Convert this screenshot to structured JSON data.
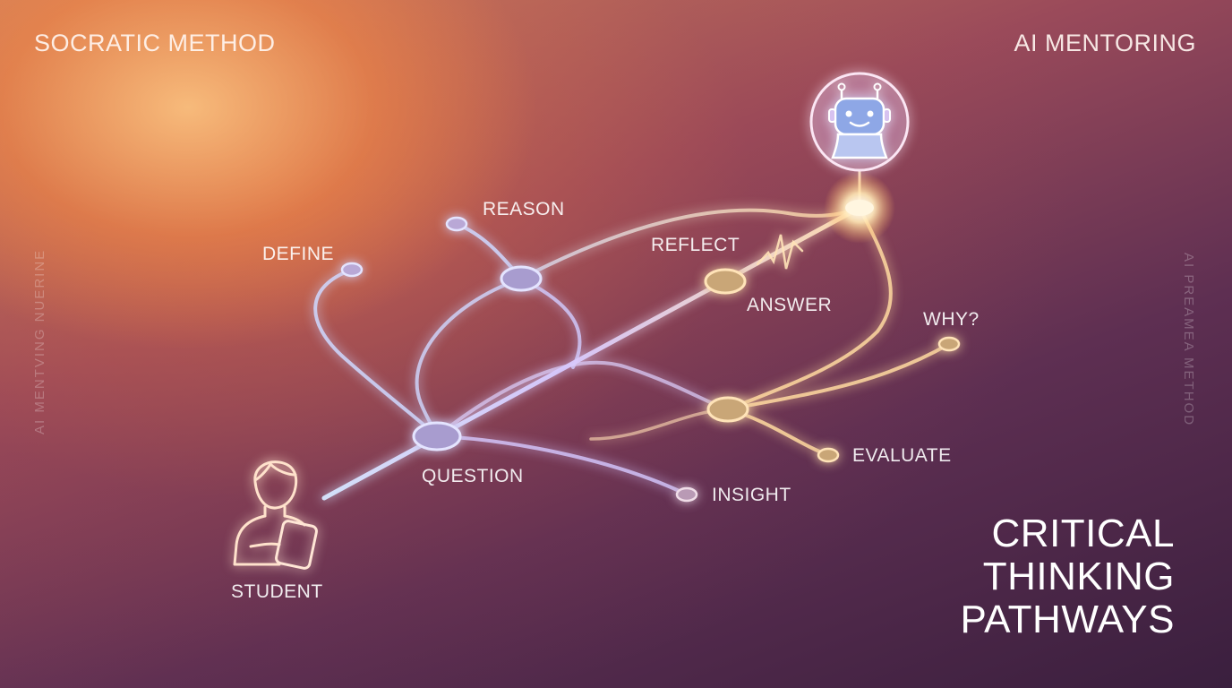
{
  "corners": {
    "top_left": "SOCRATIC METHOD",
    "top_right": "AI MENTORING"
  },
  "side_text": {
    "left": "AI MENTVING NUERINE",
    "right": "AI PREAMEA METHOD"
  },
  "nodes": {
    "define": "DEFINE",
    "reason": "REASON",
    "reflect": "REFLECT",
    "answer": "ANSWER",
    "why": "WHY?",
    "evaluate": "EVALUATE",
    "insight": "INSIGHT",
    "question": "QUESTION",
    "student": "STUDENT"
  },
  "title": {
    "line1": "CRITICAL",
    "line2": "THINKING",
    "line3": "PATHWAYS"
  },
  "colors": {
    "cool_path": "#cfd8ff",
    "warm_path": "#ffd9a0",
    "node_fill": "#b9a8d6",
    "warm_node_fill": "#c9a677"
  },
  "icons": {
    "student": "student-with-tablet-icon",
    "mentor": "robot-mentor-icon"
  }
}
